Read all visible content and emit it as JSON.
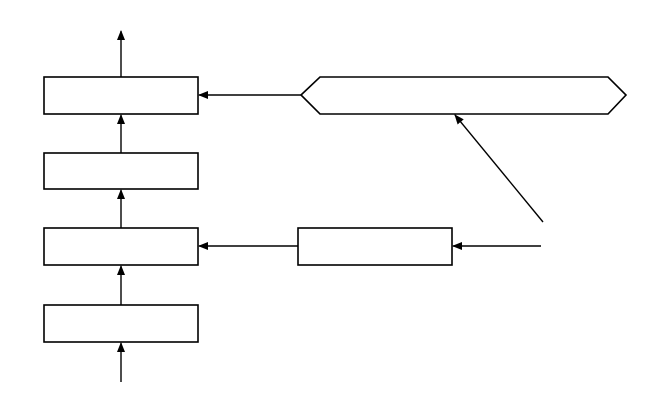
{
  "diagram": {
    "stroke_color": "#000000",
    "background_color": "#ffffff",
    "nodes": [
      {
        "id": "box-1",
        "shape": "rectangle",
        "label": ""
      },
      {
        "id": "box-2",
        "shape": "rectangle",
        "label": ""
      },
      {
        "id": "box-3",
        "shape": "rectangle",
        "label": ""
      },
      {
        "id": "box-4",
        "shape": "rectangle",
        "label": ""
      },
      {
        "id": "side-box",
        "shape": "rectangle",
        "label": ""
      },
      {
        "id": "hexagon",
        "shape": "hexagon",
        "label": ""
      }
    ],
    "edges": [
      {
        "from": "input",
        "to": "box-4"
      },
      {
        "from": "box-4",
        "to": "box-3"
      },
      {
        "from": "box-3",
        "to": "box-2"
      },
      {
        "from": "box-2",
        "to": "box-1"
      },
      {
        "from": "box-1",
        "to": "output"
      },
      {
        "from": "hexagon",
        "to": "box-1"
      },
      {
        "from": "side-box",
        "to": "box-3"
      },
      {
        "from": "right-input",
        "to": "side-box"
      },
      {
        "from": "right-input",
        "to": "hexagon"
      }
    ]
  }
}
